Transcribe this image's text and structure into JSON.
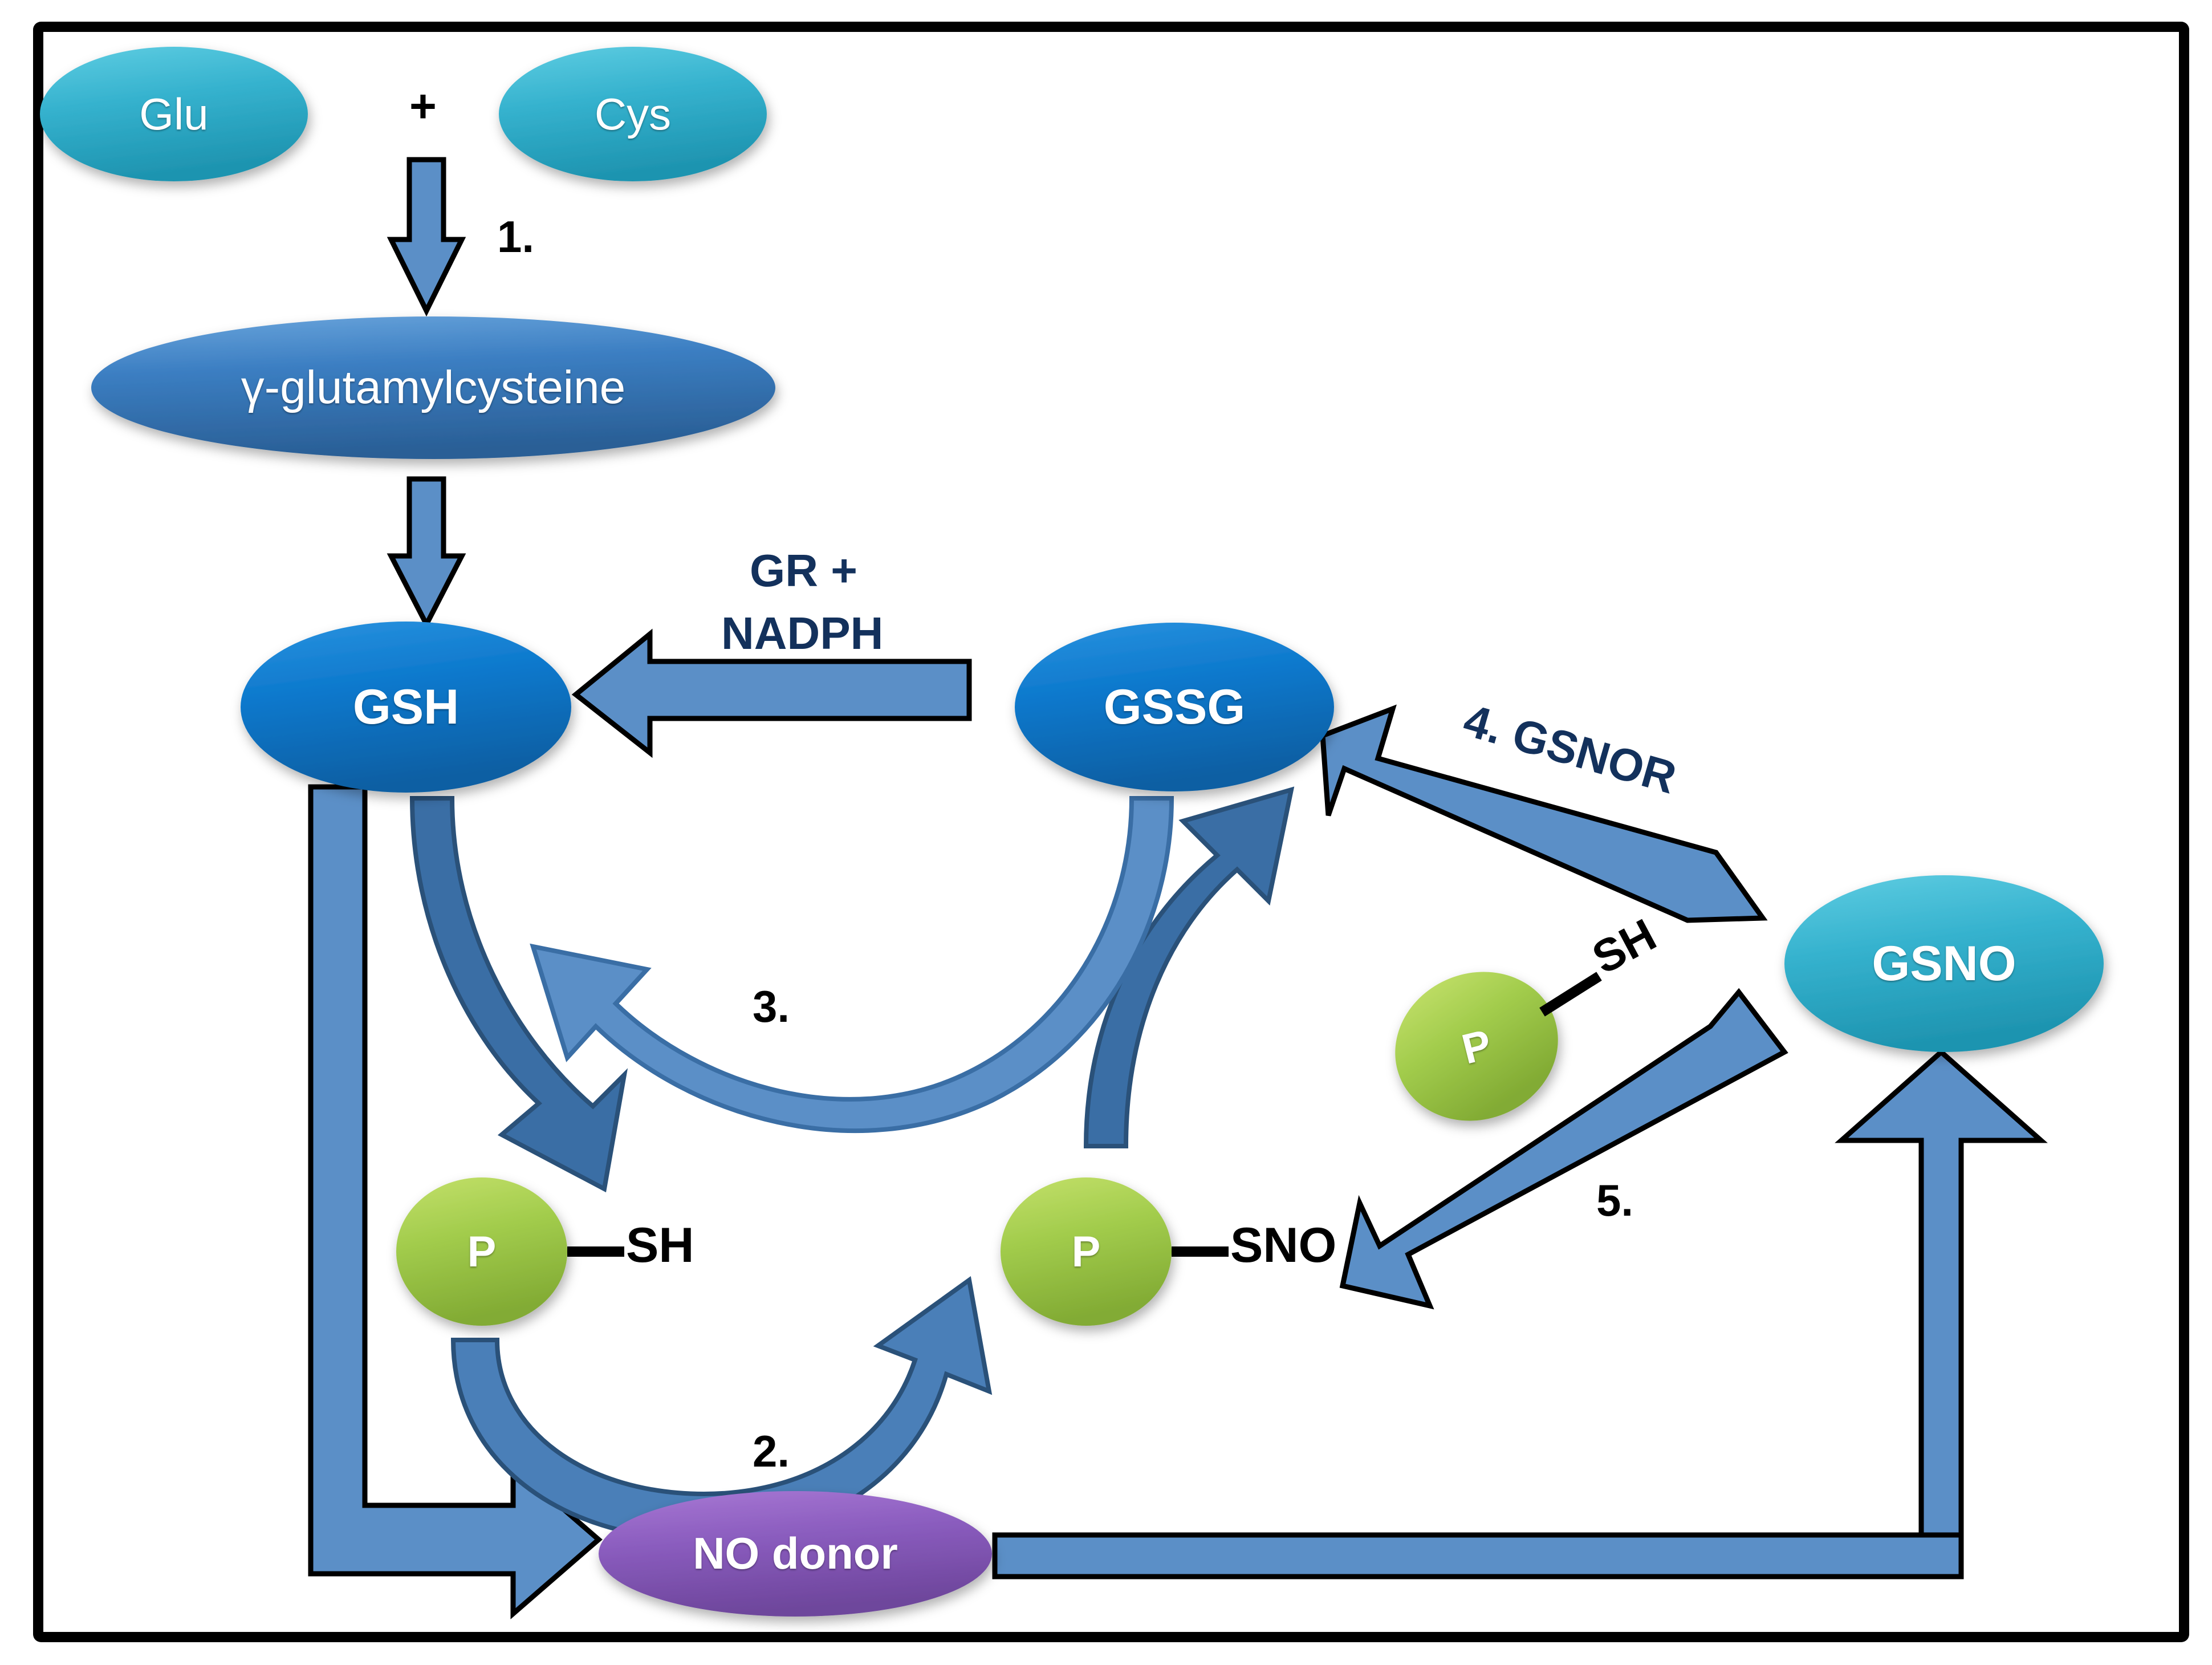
{
  "diagram": {
    "title": "Glutathione and S-nitrosylation pathway",
    "colors": {
      "cyan_node": "#35B2CE",
      "blue_node": "#0C78CC",
      "steel_node": "#3B7EC2",
      "green_node": "#A2CC4C",
      "purple_node": "#8A5CBE",
      "arrow_fill": "#5B8FC7",
      "arrow_dark": "#3A6EA5",
      "arrow_stroke": "#000000",
      "label_navy": "#13315C",
      "frame": "#000000"
    }
  },
  "nodes": {
    "glu": "Glu",
    "plus": "+",
    "cys": "Cys",
    "ggc": "γ-glutamylcysteine",
    "gsh": "GSH",
    "gssg": "GSSG",
    "gsno": "GSNO",
    "no_donor": "NO donor",
    "protein_left": "P",
    "protein_mid": "P",
    "protein_right": "P",
    "sh_left": "SH",
    "sno_mid": "SNO",
    "sh_right": "SH"
  },
  "labels": {
    "step1": "1.",
    "step2": "2.",
    "step3": "3.",
    "step4": "4. GSNOR",
    "step5": "5.",
    "gr_line1": "GR +",
    "gr_line2": "NADPH"
  }
}
